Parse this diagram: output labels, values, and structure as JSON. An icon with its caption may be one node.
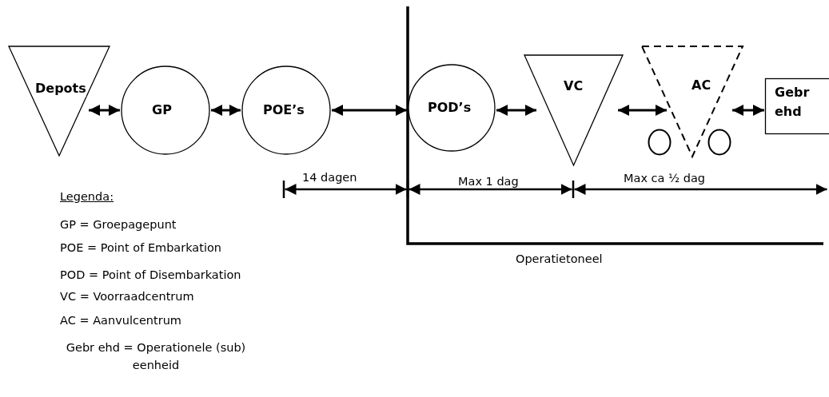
{
  "diagram": {
    "nodes": [
      {
        "text": [
          "Depots"
        ]
      },
      {
        "text": [
          "GP"
        ]
      },
      {
        "text": [
          "POE’s"
        ]
      },
      {
        "text": [
          "POD’s"
        ]
      },
      {
        "text": [
          "VC"
        ]
      },
      {
        "text": [
          "AC"
        ]
      },
      {
        "text": [],
        "shape": "circle"
      },
      {
        "text": [],
        "shape": "circle"
      },
      {
        "text": [
          "Gebr ehd"
        ]
      }
    ],
    "edges": [
      {
        "from": 0,
        "to": 1,
        "arrow": "both"
      },
      {
        "from": 1,
        "to": 2,
        "arrow": "both"
      },
      {
        "from": 2,
        "to": 3,
        "arrow": "both"
      },
      {
        "from": 3,
        "to": 4,
        "arrow": "both"
      },
      {
        "from": 4,
        "to": 5,
        "arrow": "both"
      },
      {
        "from": 5,
        "to": 8,
        "arrow": "both"
      }
    ],
    "labels": [
      "14 dagen",
      "Max 1 dag",
      "Max ca ½ dag",
      "Operatietoneel",
      "Legenda:",
      "GP = Groepagepunt",
      "POE = Point of Embarkation",
      "POD = Point of Disembarkation",
      "VC = Voorraadcentrum",
      "AC = Aanvulcentrum",
      "Gebr ehd = Operationele (sub) eenheid"
    ]
  }
}
